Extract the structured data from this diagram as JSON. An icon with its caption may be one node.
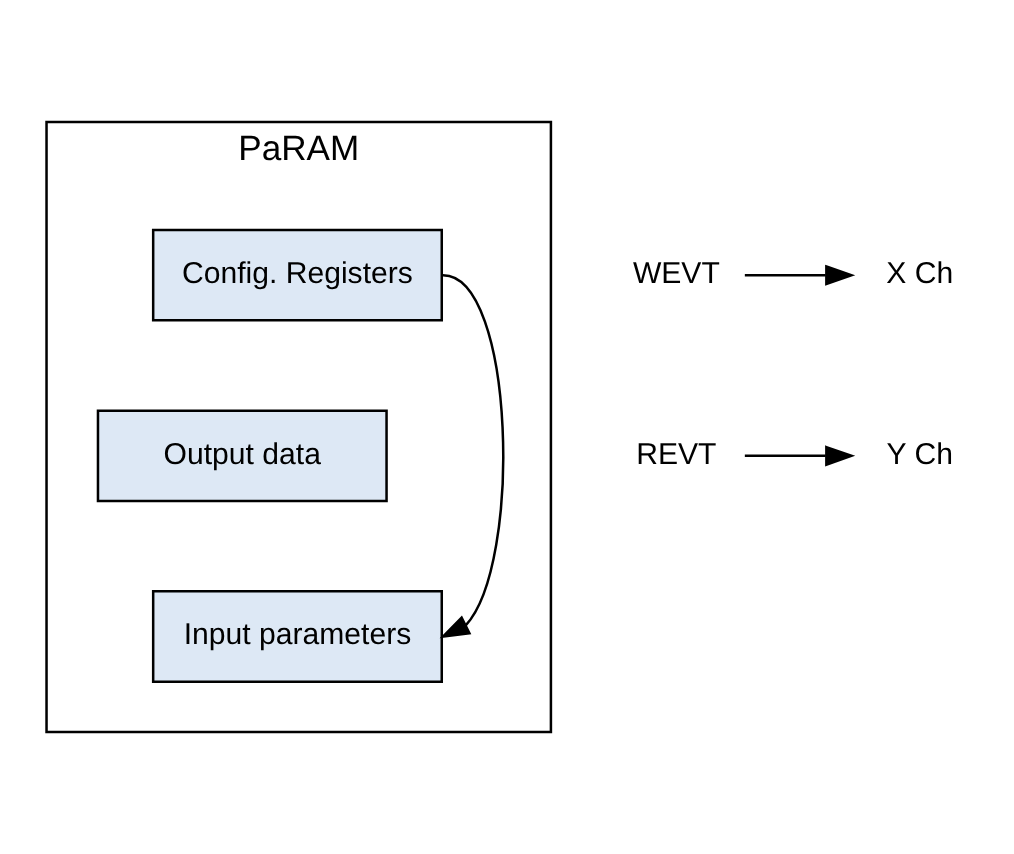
{
  "diagram": {
    "nodes": [
      {
        "text": [
          "PaRAM"
        ]
      },
      {
        "text": [
          "WEVT"
        ]
      },
      {
        "text": [
          "X Ch"
        ]
      },
      {
        "text": [
          "Config. Registers"
        ],
        "in": 0
      },
      {
        "text": [
          "REVT"
        ]
      },
      {
        "text": [
          "Y Ch"
        ]
      },
      {
        "text": [
          "Output data"
        ],
        "in": 0
      },
      {
        "text": [
          "Input parameters"
        ],
        "in": 0
      }
    ],
    "edges": [
      {
        "from": 1,
        "to": 2,
        "arrow": "to"
      },
      {
        "from": 4,
        "to": 5,
        "arrow": "to"
      },
      {
        "from": 3,
        "to": 7,
        "arrow": "to"
      }
    ]
  }
}
